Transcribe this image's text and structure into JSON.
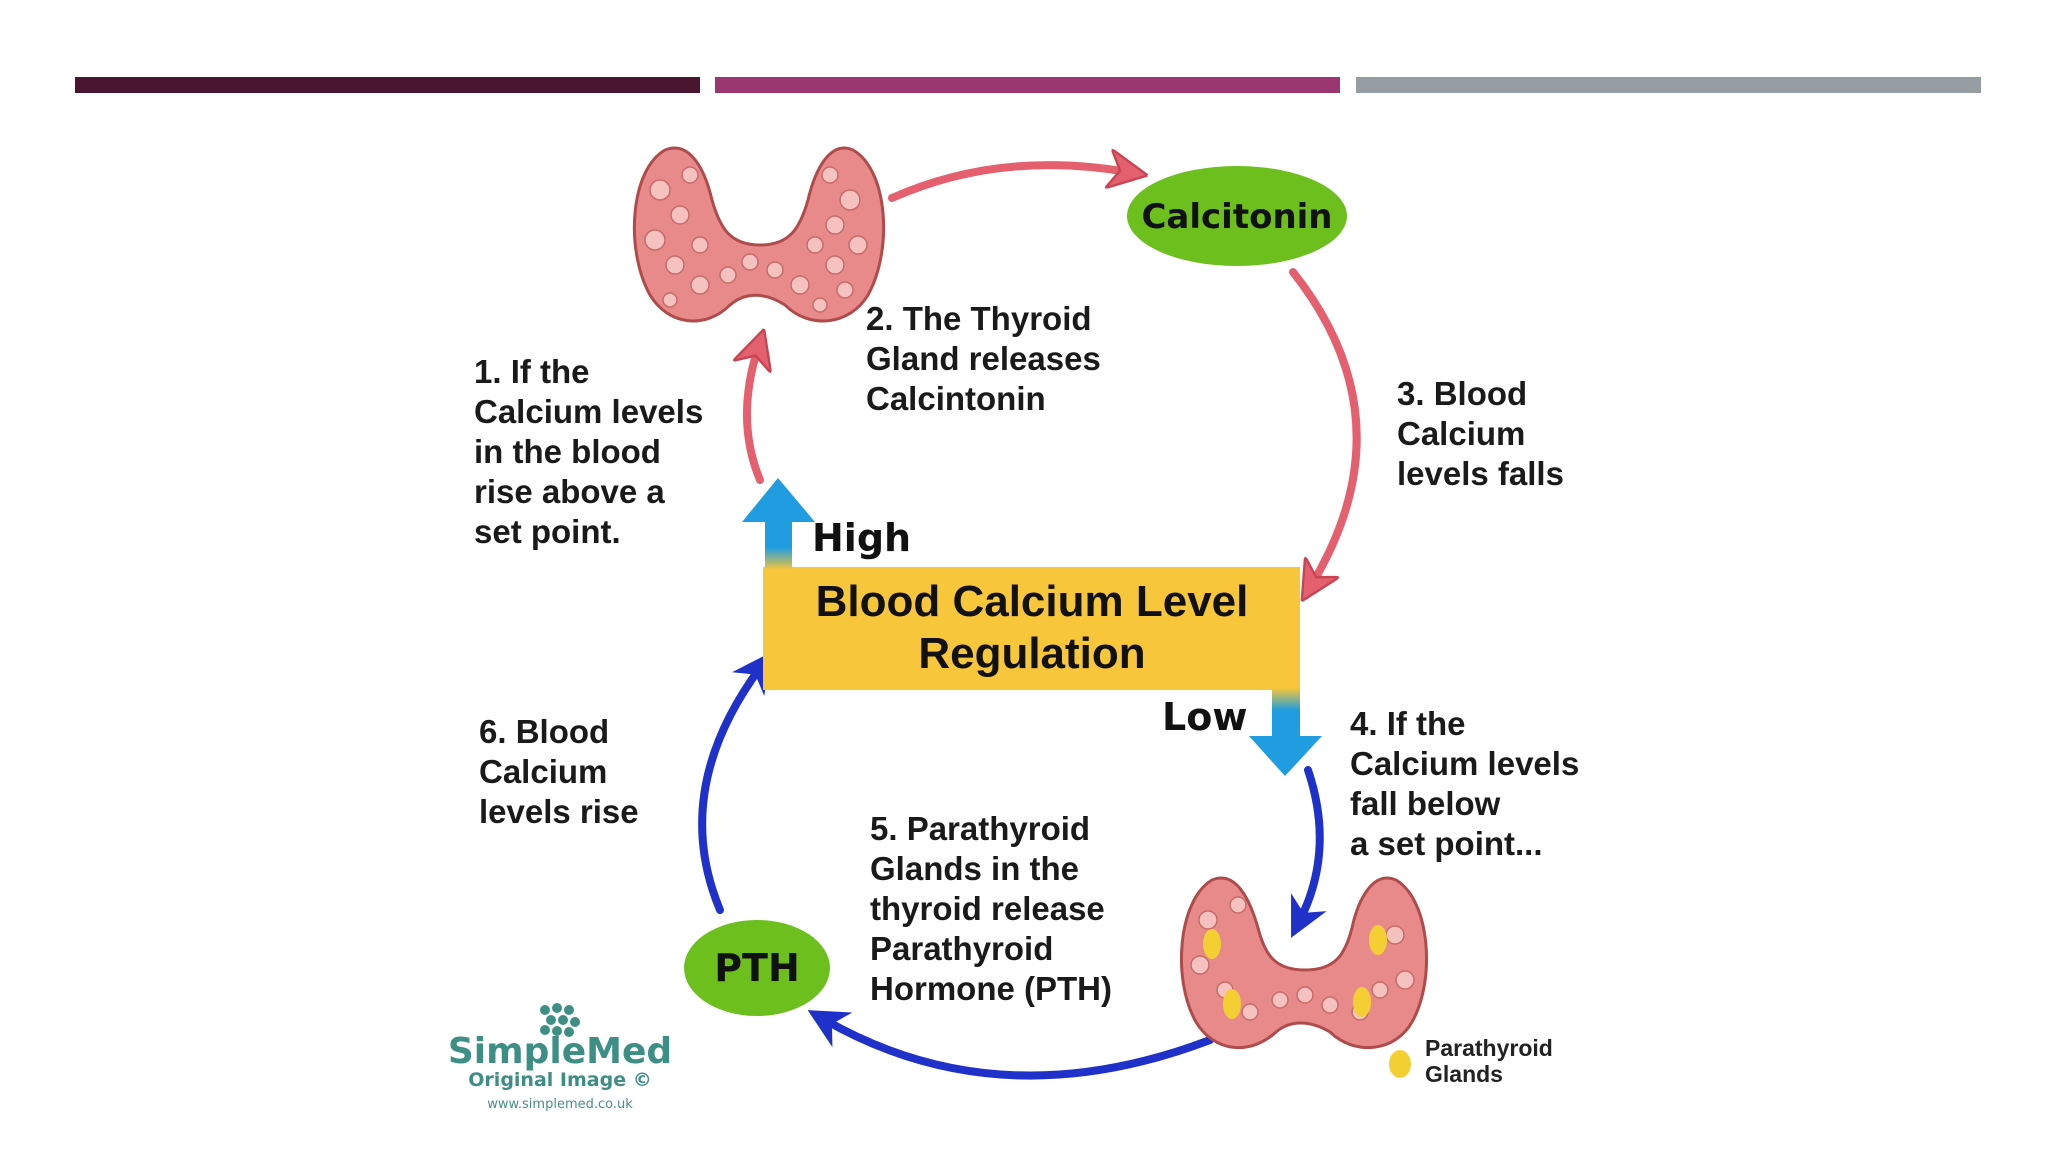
{
  "colors": {
    "bar1": "#4a1530",
    "bar2": "#9a3670",
    "bar3": "#959da3",
    "title_box": "#f7c63a",
    "oval": "#6cbf1d",
    "gland": "#e88a8a",
    "gland_lobule": "#f6c2c0",
    "gland_outline": "#b04b4b",
    "parathyroid_spot": "#f4cf34",
    "arrow_red": "#e5606e",
    "arrow_blue": "#1f31c9",
    "arrow_light_blue": "#1f9de0"
  },
  "center": {
    "title_line1": "Blood Calcium Level",
    "title_line2": "Regulation",
    "high_label": "High",
    "low_label": "Low"
  },
  "ovals": {
    "calcitonin": "Calcitonin",
    "pth": "PTH"
  },
  "steps": {
    "step1": [
      "1. If the",
      "Calcium levels",
      "in the blood",
      "rise above a",
      "set point."
    ],
    "step2": [
      "2. The Thyroid",
      "Gland releases",
      "Calcintonin"
    ],
    "step3": [
      "3. Blood",
      "Calcium",
      "levels falls"
    ],
    "step4": [
      "4. If the",
      "Calcium levels",
      "fall below",
      "a set point..."
    ],
    "step5": [
      "5. Parathyroid",
      "Glands in the",
      "thyroid release",
      "Parathyroid",
      "Hormone (PTH)"
    ],
    "step6": [
      "6. Blood",
      "Calcium",
      "levels rise"
    ]
  },
  "legend": {
    "line1": "Parathyroid",
    "line2": "Glands"
  },
  "logo": {
    "name": "SimpleMed",
    "subtitle": "Original Image ©",
    "url": "www.simplemed.co.uk"
  },
  "icons": {
    "thyroid_top": "thyroid-gland-icon",
    "thyroid_bottom": "thyroid-with-parathyroid-icon",
    "logo_mark": "simplemed-logo-icon"
  }
}
